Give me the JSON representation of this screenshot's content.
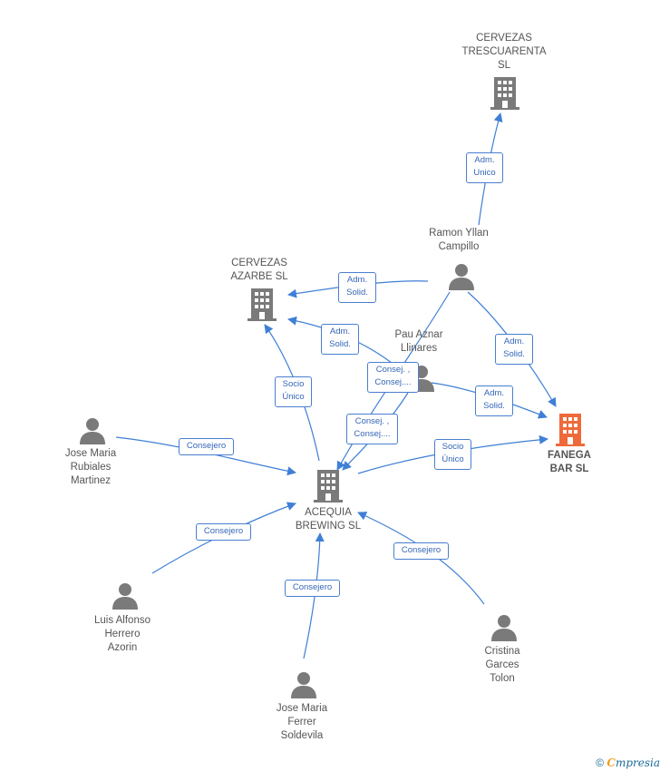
{
  "nodes": {
    "trescuarenta": {
      "label": "CERVEZAS\nTRESCUARENTA\nSL",
      "type": "company"
    },
    "azarbe": {
      "label": "CERVEZAS\nAZARBE  SL",
      "type": "company"
    },
    "fanega": {
      "label": "FANEGA\nBAR  SL",
      "type": "company-highlight"
    },
    "acequia": {
      "label": "ACEQUIA\nBREWING  SL",
      "type": "company"
    },
    "ramon": {
      "label": "Ramon Yllan\nCampillo",
      "type": "person"
    },
    "pau": {
      "label": "Pau Aznar\nLlinares",
      "type": "person"
    },
    "jose_rubiales": {
      "label": "Jose Maria\nRubiales\nMartinez",
      "type": "person"
    },
    "luis": {
      "label": "Luis Alfonso\nHerrero\nAzorin",
      "type": "person"
    },
    "jose_ferrer": {
      "label": "Jose Maria\nFerrer\nSoldevila",
      "type": "person"
    },
    "cristina": {
      "label": "Cristina\nGarces\nTolon",
      "type": "person"
    }
  },
  "edges": [
    {
      "id": "ramon-trescuarenta",
      "label": "Adm.\nUnico"
    },
    {
      "id": "ramon-azarbe",
      "label": "Adm.\nSolid."
    },
    {
      "id": "pau-azarbe",
      "label": "Adm.\nSolid."
    },
    {
      "id": "ramon-fanega",
      "label": "Adm.\nSolid."
    },
    {
      "id": "pau-fanega",
      "label": "Adm.\nSolid."
    },
    {
      "id": "acequia-azarbe",
      "label": "Socio\nÚnico"
    },
    {
      "id": "ramon-acequia",
      "label": "Consej. ,\nConsej...."
    },
    {
      "id": "pau-acequia",
      "label": "Consej. ,\nConsej...."
    },
    {
      "id": "acequia-fanega",
      "label": "Socio\nÚnico"
    },
    {
      "id": "rubiales-acequia",
      "label": "Consejero"
    },
    {
      "id": "luis-acequia",
      "label": "Consejero"
    },
    {
      "id": "ferrer-acequia",
      "label": "Consejero"
    },
    {
      "id": "cristina-acequia",
      "label": "Consejero"
    }
  ],
  "colors": {
    "edge": "#3f7fd6",
    "company": "#7a7a7a",
    "highlight": "#ee6a3a",
    "person": "#7a7a7a"
  },
  "footer": {
    "copyright": "©",
    "brand_first": "C",
    "brand_rest": "mpresia"
  }
}
